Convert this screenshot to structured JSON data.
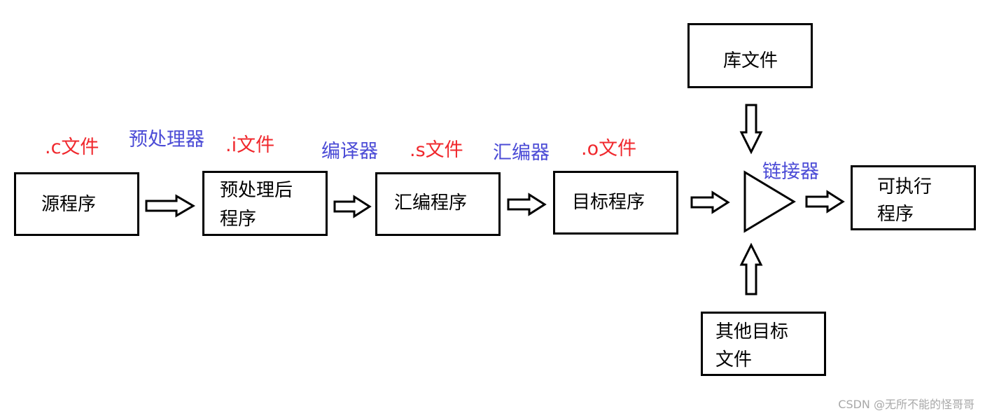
{
  "boxes": {
    "source": "源程序",
    "preprocessed_line1": "预处理后",
    "preprocessed_line2": "程序",
    "assembly": "汇编程序",
    "object": "目标程序",
    "library": "库文件",
    "other_objects_line1": "其他目标",
    "other_objects_line2": "文件",
    "executable_line1": "可执行",
    "executable_line2": "程序"
  },
  "file_labels": {
    "c": ".c文件",
    "i": ".i文件",
    "s": ".s文件",
    "o": ".o文件"
  },
  "tool_labels": {
    "preprocessor": "预处理器",
    "compiler": "编译器",
    "assembler": "汇编器",
    "linker": "链接器"
  },
  "watermark": "CSDN @无所不能的怪哥哥",
  "colors": {
    "file_label": "#f0282d",
    "tool_label": "#4b4bd6",
    "box_border": "#000000"
  }
}
